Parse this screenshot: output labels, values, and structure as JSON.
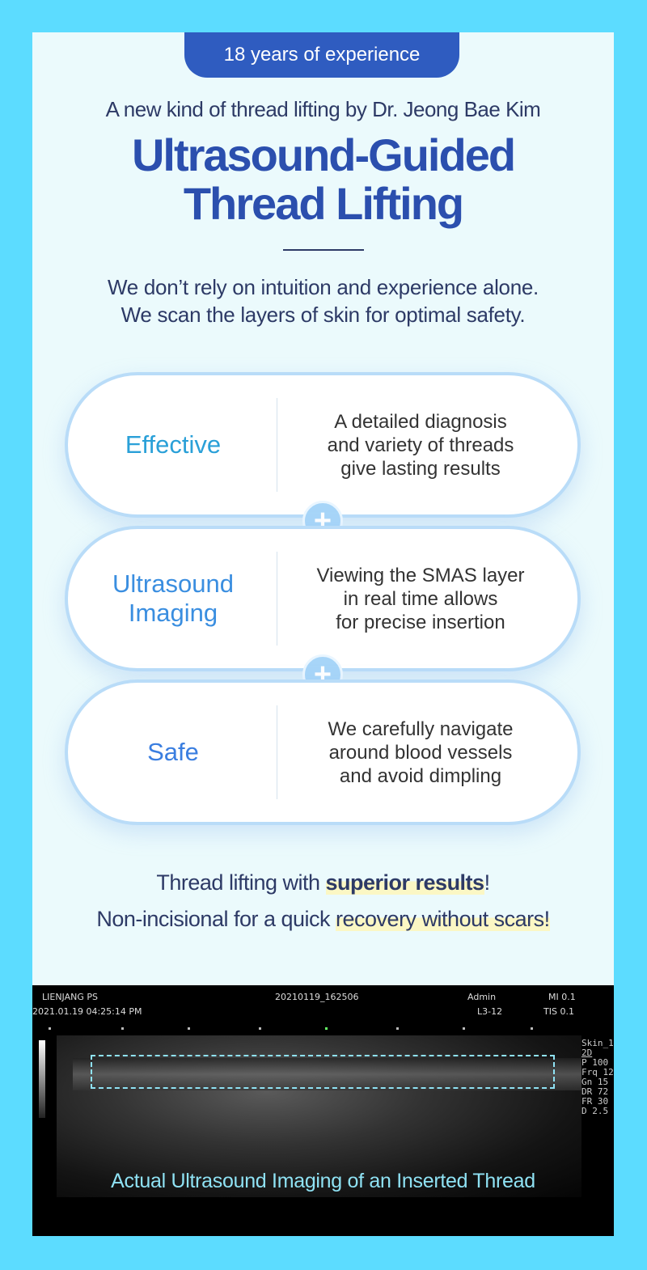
{
  "badge": "18 years of experience",
  "subtitle": "A new kind of thread lifting by Dr. Jeong Bae Kim",
  "title_line1": "Ultrasound-Guided",
  "title_line2": "Thread Lifting",
  "intro_line1": "We don’t rely on intuition and experience alone.",
  "intro_line2": "We scan the layers of skin for optimal safety.",
  "features": [
    {
      "label": "Effective",
      "color": "#2aa0d8",
      "desc": [
        "A detailed diagnosis",
        "and variety of threads",
        "give lasting results"
      ]
    },
    {
      "label_lines": [
        "Ultrasound",
        "Imaging"
      ],
      "color": "#3a8ee0",
      "desc": [
        "Viewing the SMAS layer",
        "in real time allows",
        "for precise insertion"
      ]
    },
    {
      "label": "Safe",
      "color": "#3a7ee0",
      "desc": [
        "We carefully navigate",
        "around blood vessels",
        "and avoid dimpling"
      ]
    }
  ],
  "plus": "+",
  "tagline1": {
    "pre": "Thread lifting with ",
    "highlight": "superior results",
    "post": "!"
  },
  "tagline2": {
    "pre": "Non-incisional for a quick ",
    "highlight": "recovery without scars!"
  },
  "ultrasound": {
    "clinic": "LIENJANG PS",
    "datetime": "2021.01.19   04:25:14 PM",
    "file_id": "20210119_162506",
    "user": "Admin",
    "probe": "L3-12",
    "mi": "MI 0.1",
    "tis": "TIS 0.1",
    "side_readout": [
      "Skin_1",
      "2D",
      "P 100",
      "Frq 12",
      "Gn 15",
      "DR 72",
      "FR 30",
      "D 2.5"
    ],
    "caption": "Actual Ultrasound Imaging of an Inserted Thread"
  }
}
